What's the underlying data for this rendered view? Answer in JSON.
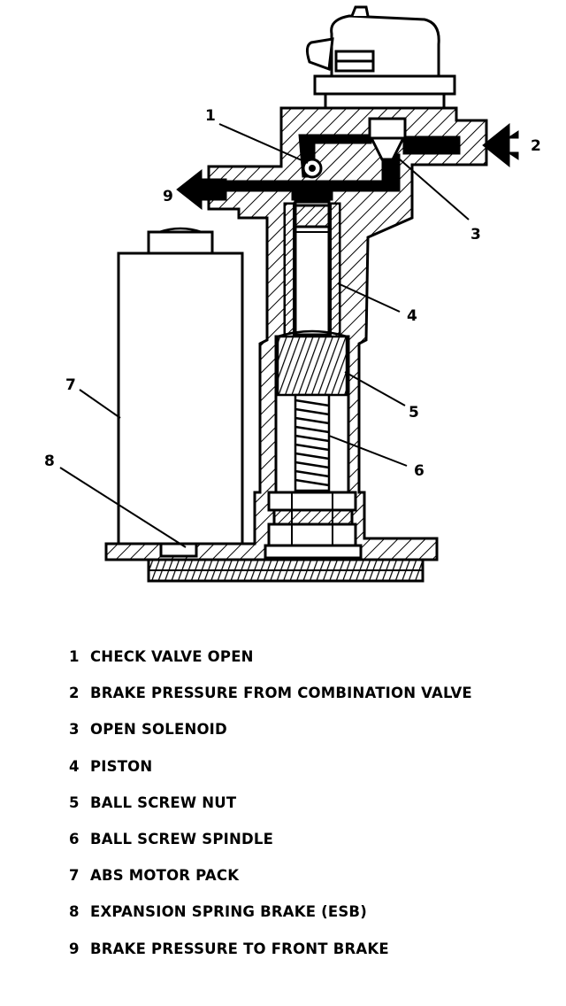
{
  "callouts": {
    "c1": "1",
    "c2": "2",
    "c3": "3",
    "c4": "4",
    "c5": "5",
    "c6": "6",
    "c7": "7",
    "c8": "8",
    "c9": "9"
  },
  "legend": [
    {
      "number": "1",
      "text": "CHECK VALVE OPEN"
    },
    {
      "number": "2",
      "text": "BRAKE PRESSURE FROM COMBINATION VALVE"
    },
    {
      "number": "3",
      "text": "OPEN SOLENOID"
    },
    {
      "number": "4",
      "text": "PISTON"
    },
    {
      "number": "5",
      "text": "BALL SCREW NUT"
    },
    {
      "number": "6",
      "text": "BALL SCREW SPINDLE"
    },
    {
      "number": "7",
      "text": "ABS MOTOR PACK"
    },
    {
      "number": "8",
      "text": "EXPANSION SPRING BRAKE (ESB)"
    },
    {
      "number": "9",
      "text": "BRAKE PRESSURE TO FRONT BRAKE"
    }
  ]
}
